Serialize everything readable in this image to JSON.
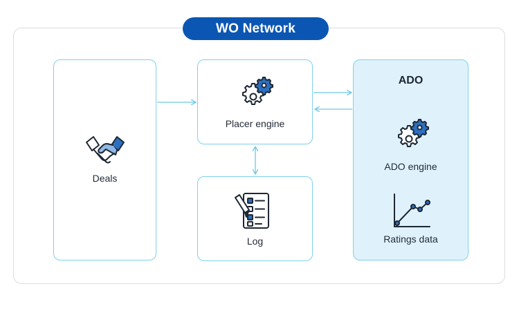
{
  "diagram": {
    "title": "WO Network",
    "nodes": {
      "deals": {
        "label": "Deals",
        "icon": "handshake-icon"
      },
      "placer": {
        "label": "Placer engine",
        "icon": "gears-icon"
      },
      "log": {
        "label": "Log",
        "icon": "checklist-icon"
      },
      "ado": {
        "title": "ADO",
        "engine_label": "ADO engine",
        "engine_icon": "gears-icon",
        "ratings_label": "Ratings data",
        "ratings_icon": "line-chart-icon"
      }
    },
    "edges": [
      {
        "from": "Deals",
        "to": "Placer engine"
      },
      {
        "from": "Placer engine",
        "to": "ADO"
      },
      {
        "from": "ADO",
        "to": "Placer engine"
      },
      {
        "from": "Placer engine",
        "to": "Log",
        "bidirectional": true
      }
    ],
    "colors": {
      "title_fill": "#0b56b3",
      "box_border": "#7fd0ec",
      "ado_fill": "#dff2fb",
      "icon_blue": "#2d6fbf",
      "icon_light_blue": "#8fb8e6",
      "arrow": "#6cc6e8",
      "frame_border": "#d9dde1"
    }
  }
}
